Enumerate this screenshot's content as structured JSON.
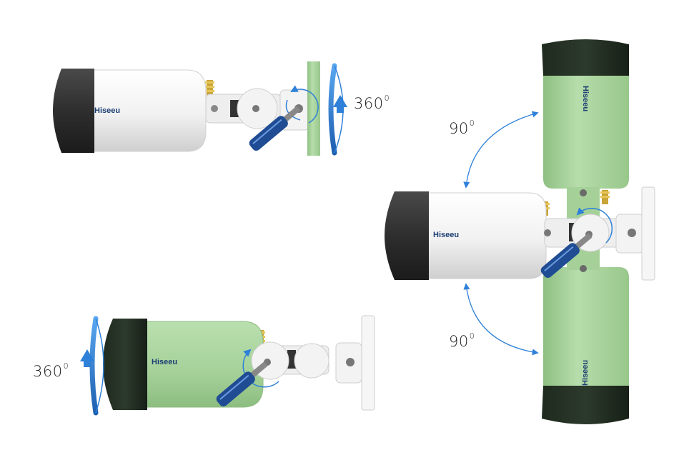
{
  "brand": {
    "name": "Hiseeu"
  },
  "angles": {
    "top_left_rotation": "360",
    "bottom_left_rotation": "360",
    "tilt_up": "90",
    "tilt_down": "90",
    "degree_mark": "0"
  },
  "colors": {
    "camera_body": "#f4f4f4",
    "camera_body_shade": "#d9d9d9",
    "lens_hood": "#3a3a3a",
    "highlight_green": "#a7d49b",
    "highlight_green_dark": "#1f2b1f",
    "arrow_blue": "#2f80d8",
    "screwdriver_blue": "#1f4c93",
    "antenna_gold": "#c9a437"
  }
}
